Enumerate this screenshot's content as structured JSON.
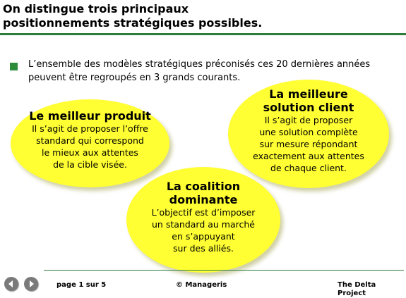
{
  "header": {
    "title_line1": "On distingue trois principaux",
    "title_line2": "positionnements stratégiques possibles."
  },
  "intro": {
    "line1": "L’ensemble des modèles stratégiques préconisés ces 20 dernières années",
    "line2": "peuvent être regroupés en 3 grands courants."
  },
  "ellipses": [
    {
      "title_lines": [
        "Le meilleur produit"
      ],
      "body_lines": [
        "Il s’agit de proposer l’offre",
        "standard qui correspond",
        "le mieux aux attentes",
        "de la cible visée."
      ]
    },
    {
      "title_lines": [
        "La meilleure",
        "solution client"
      ],
      "body_lines": [
        "Il s’agit de proposer",
        "une solution complète",
        "sur mesure répondant",
        "exactement aux attentes",
        "de chaque client."
      ]
    },
    {
      "title_lines": [
        "La coalition",
        "dominante"
      ],
      "body_lines": [
        "L’objectif est d’imposer",
        "un standard au marché",
        "en s’appuyant",
        "sur des alliés."
      ]
    }
  ],
  "footer": {
    "page": "page 1 sur 5",
    "copyright": "© Manageris",
    "project": "The Delta Project"
  },
  "colors": {
    "accent_green": "#2e7d3b",
    "ellipse_fill": "#ffff33",
    "nav_button": "#7a7a7a"
  },
  "icons": {
    "prev": "arrow-left-icon",
    "next": "arrow-right-icon"
  }
}
